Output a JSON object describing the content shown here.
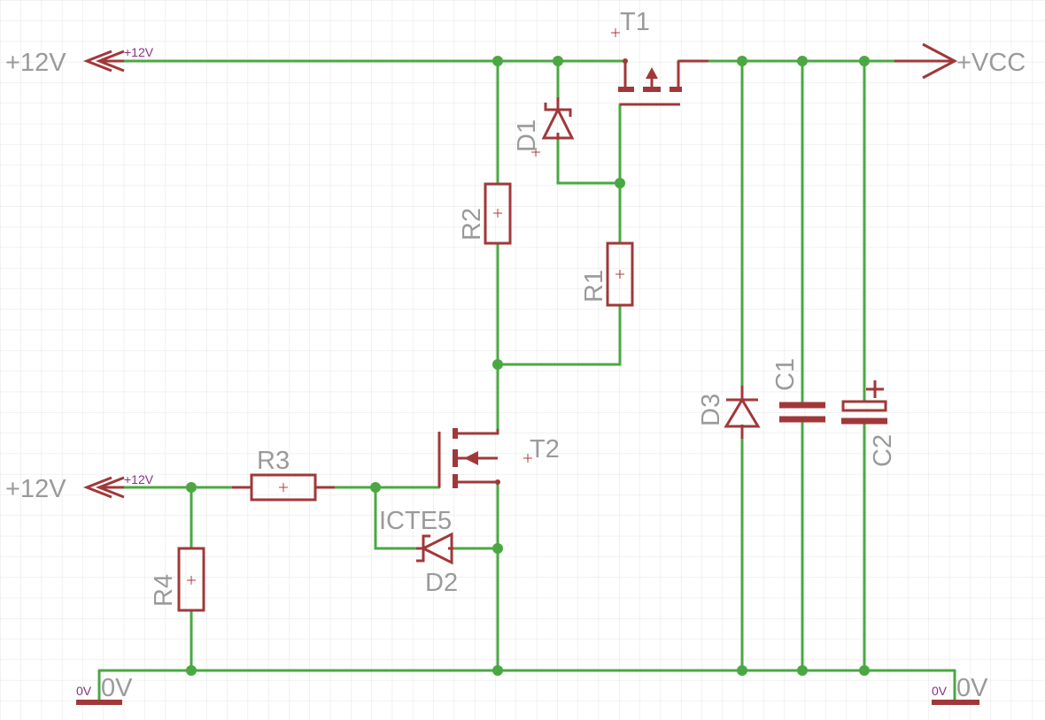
{
  "supplies": {
    "top_left_big": "+12V",
    "top_left_small": "+12V",
    "mid_left_big": "+12V",
    "mid_left_small": "+12V",
    "vcc": "+VCC",
    "gnd_left_big": "0V",
    "gnd_left_small": "0V",
    "gnd_right_big": "0V",
    "gnd_right_small": "0V"
  },
  "components": {
    "t1": "T1",
    "t2": "T2",
    "d1": "D1",
    "d2": "D2",
    "d3": "D3",
    "r1": "R1",
    "r2": "R2",
    "r3": "R3",
    "r4": "R4",
    "c1": "C1",
    "c2": "C2",
    "d2_value": "ICTE5"
  },
  "colors": {
    "grid": "#e2e2e2",
    "wire": "#4aa843",
    "symbol": "#a0383a",
    "label": "#9a9a9a",
    "supply_tag": "#8a2f8a"
  }
}
